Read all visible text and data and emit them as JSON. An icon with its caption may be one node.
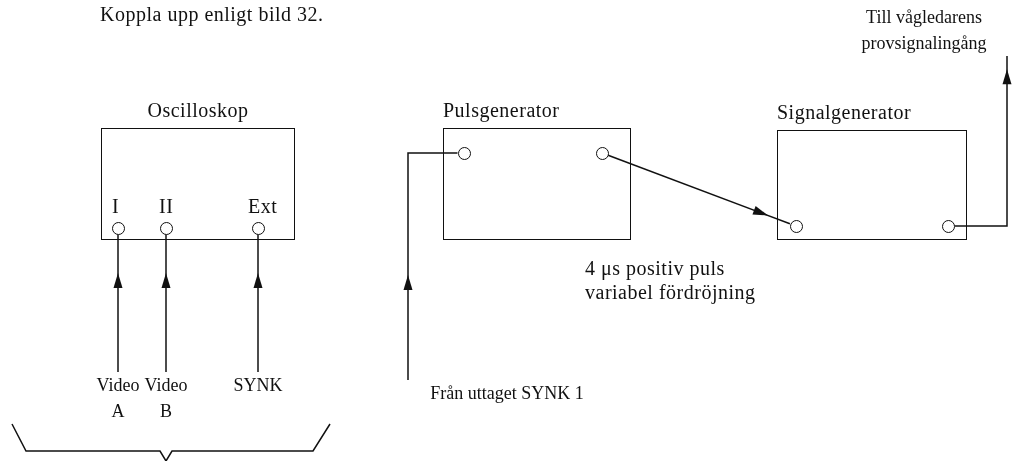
{
  "diagram": {
    "nodes": [
      {
        "text": [
          "Oscilloskop"
        ]
      },
      {
        "text": [],
        "shape": "circle",
        "in": 0
      },
      {
        "text": [],
        "shape": "circle",
        "in": 0
      },
      {
        "text": [],
        "shape": "circle",
        "in": 0
      },
      {
        "text": [
          "Pulsgenerator"
        ]
      },
      {
        "text": [],
        "shape": "circle",
        "in": 4
      },
      {
        "text": [],
        "shape": "circle",
        "in": 4
      },
      {
        "text": [
          "Signalgenerator"
        ]
      },
      {
        "text": [],
        "shape": "circle",
        "in": 7
      },
      {
        "text": [],
        "shape": "circle",
        "in": 7
      },
      {
        "text": [
          "Video A"
        ]
      },
      {
        "text": [
          "Video B"
        ]
      },
      {
        "text": [
          "SYNK"
        ]
      },
      {
        "text": [
          "Från uttaget SYNK 1"
        ]
      },
      {
        "text": [
          "Till vågledarens provsignalingång"
        ]
      }
    ],
    "edges": [
      {
        "from": 10,
        "to": 1,
        "arrow": "to"
      },
      {
        "from": 11,
        "to": 2,
        "arrow": "to"
      },
      {
        "from": 12,
        "to": 3,
        "arrow": "to"
      },
      {
        "from": 13,
        "to": 5,
        "arrow": "to"
      },
      {
        "from": 6,
        "to": 8,
        "arrow": "to"
      },
      {
        "from": 9,
        "to": 14,
        "arrow": "to"
      }
    ],
    "labels": [
      "Koppla upp enligt bild 32.",
      "I",
      "II",
      "Ext",
      "4 μs positiv puls variabel fördröjning"
    ]
  }
}
